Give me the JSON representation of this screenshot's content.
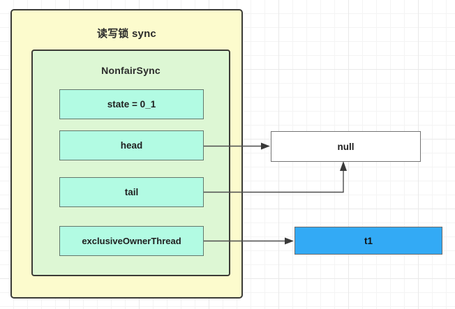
{
  "diagram": {
    "title": "读写锁 sync",
    "inner_title": "NonfairSync",
    "outer_fill": "#fcfbcd",
    "inner_fill": "#ddf7d4",
    "field_fill": "#b2fbe3",
    "null_fill": "#ffffff",
    "thread_fill": "#33aaf5",
    "border_color": "#3b3b36",
    "background": "#ffffff",
    "grid": "on"
  },
  "fields": [
    {
      "key": "state",
      "label": "state = 0_1"
    },
    {
      "key": "head",
      "label": "head"
    },
    {
      "key": "tail",
      "label": "tail"
    },
    {
      "key": "exclusiveOwnerThread",
      "label": "exclusiveOwnerThread"
    }
  ],
  "nodes": {
    "null_node": "null",
    "thread_node": "t1"
  },
  "connections": [
    {
      "from": "head",
      "to": "null_node"
    },
    {
      "from": "tail",
      "to": "null_node"
    },
    {
      "from": "exclusiveOwnerThread",
      "to": "thread_node"
    }
  ]
}
